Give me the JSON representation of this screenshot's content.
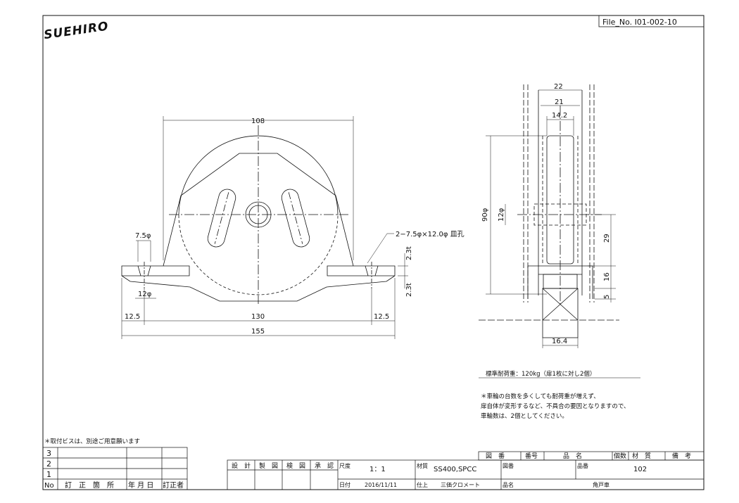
{
  "logo": "SUEHIRO",
  "file_no": "File_No.  I01-002-10",
  "front_view": {
    "dims": {
      "overall_width": "108",
      "hole_dia": "7.5φ",
      "slot_callout": "2−7.5φ×12.0φ 皿孔",
      "plate_t_top": "2.3t",
      "plate_t_bottom": "2.3t",
      "slot_pitch": "12φ",
      "edge_left": "12.5",
      "hole_pitch": "130",
      "edge_right": "12.5",
      "base_length": "155"
    }
  },
  "side_view": {
    "dims": {
      "outer_width": "22",
      "inner_width": "21",
      "tread_width": "14.2",
      "wheel_dia": "90φ",
      "axle_dia": "12φ",
      "axle_height": "29",
      "base_height": "16",
      "base_thickness": "5",
      "bottom_width": "16.4"
    }
  },
  "notes": {
    "load": "標準耐荷重：120kg（扉1枚に対し2個）",
    "line1": "＊車輪の台数を多くしても耐荷重が増えず、",
    "line2": "扉自体が変形するなど、不具合の要因となりますので、",
    "line3": "車輪数は、2個としてください。",
    "screws": "＊取付ビスは、別途ご用意願います"
  },
  "revision_table": {
    "rows": [
      "3",
      "2",
      "1"
    ],
    "headers": [
      "No",
      "訂　正　箇　所",
      "年 月 日",
      "訂正者"
    ]
  },
  "title_block": {
    "design": "設　計",
    "drawing": "製　図",
    "check": "検　図",
    "approve": "承　認",
    "scale_label": "尺度",
    "scale_value": "1：1",
    "material_label": "材質",
    "material_value": "SS400,SPCC",
    "drawing_no_label": "図番",
    "part_no_label": "品番",
    "part_no_value": "102",
    "date_label": "日付",
    "date_value": "2016/11/11",
    "finish_label": "仕上",
    "finish_value": "三価クロメート",
    "name_label": "品名",
    "name_value": "角戸車",
    "parts_headers": [
      "図　番",
      "番号",
      "品　名",
      "個数",
      "材　質",
      "備　考"
    ]
  }
}
